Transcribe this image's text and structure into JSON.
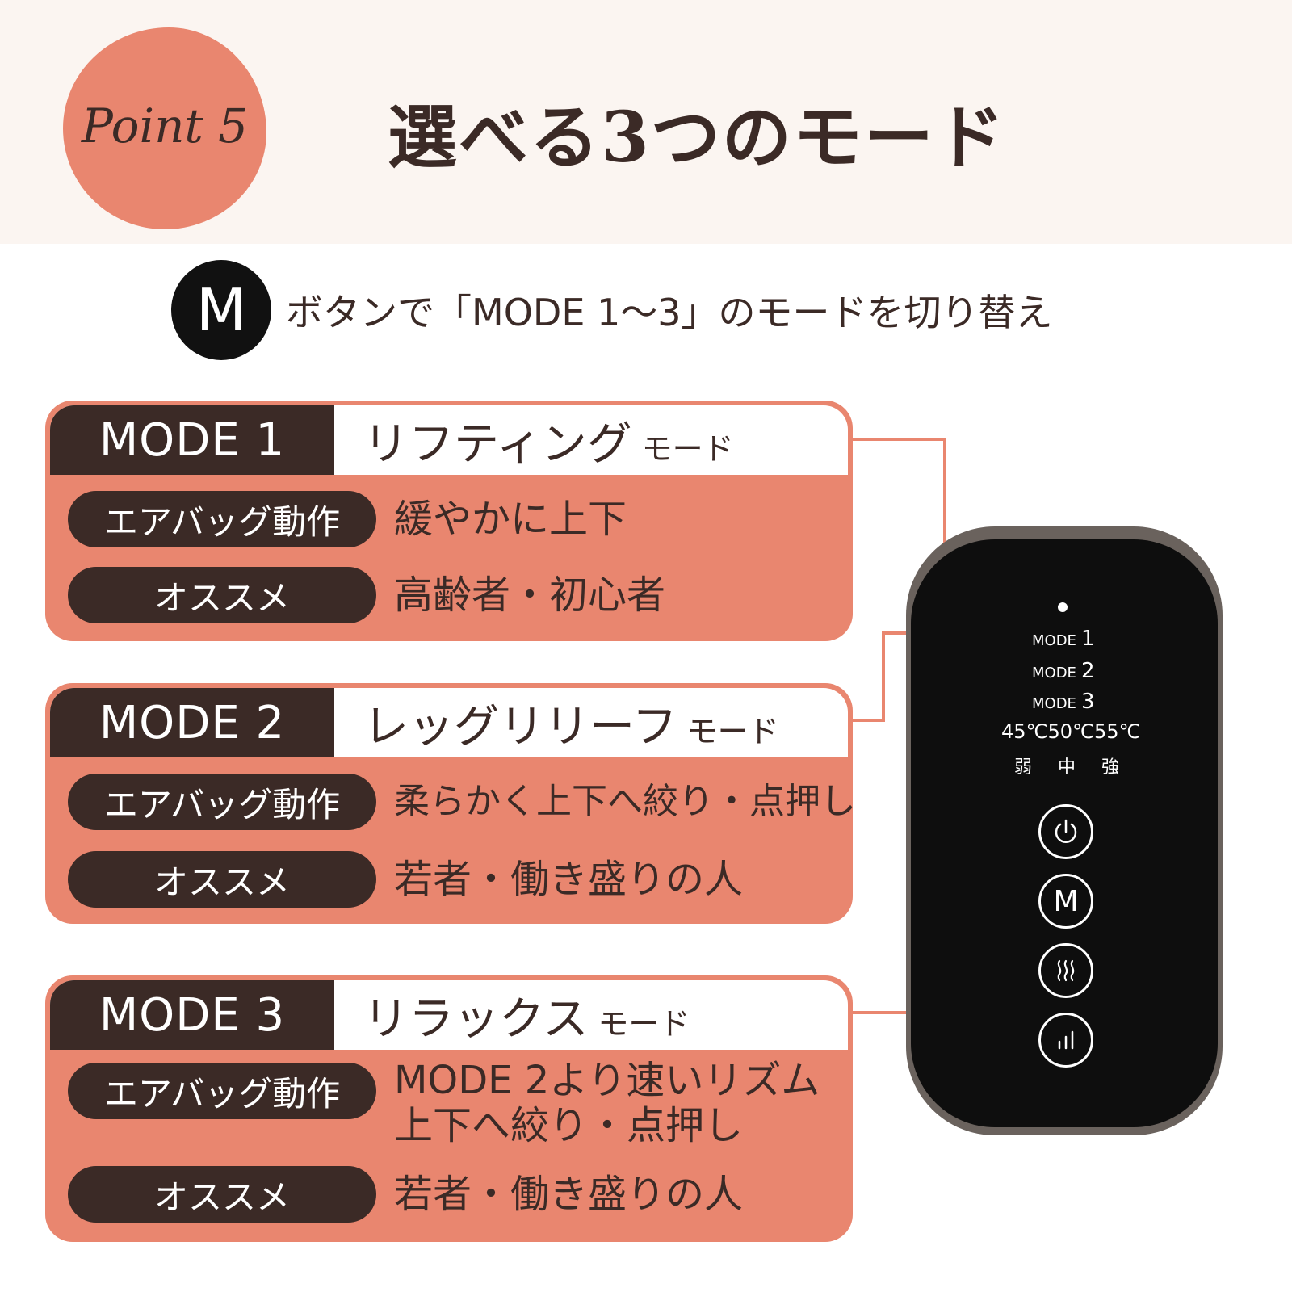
{
  "header": {
    "point_label": "Point 5",
    "title": "選べる3つのモード"
  },
  "subtitle": {
    "m_glyph": "M",
    "text": "ボタンで「MODE 1〜3」のモードを切り替え"
  },
  "modes": [
    {
      "tag": "MODE 1",
      "name": "リフティング",
      "suffix": "モード",
      "airbag_label": "エアバッグ動作",
      "airbag_value": "緩やかに上下",
      "recommend_label": "オススメ",
      "recommend_value": "高齢者・初心者"
    },
    {
      "tag": "MODE 2",
      "name": "レッグリリーフ",
      "suffix": "モード",
      "airbag_label": "エアバッグ動作",
      "airbag_value": "柔らかく上下へ絞り・点押し",
      "recommend_label": "オススメ",
      "recommend_value": "若者・働き盛りの人"
    },
    {
      "tag": "MODE 3",
      "name": "リラックス",
      "suffix": "モード",
      "airbag_label": "エアバッグ動作",
      "airbag_value_line1": "MODE 2より速いリズム",
      "airbag_value_line2": "上下へ絞り・点押し",
      "recommend_label": "オススメ",
      "recommend_value": "若者・働き盛りの人"
    }
  ],
  "device": {
    "mode_label": "MODE",
    "mode_numbers": [
      "1",
      "2",
      "3"
    ],
    "temps": [
      "45℃",
      "50℃",
      "55℃"
    ],
    "levels": [
      "弱",
      "中",
      "強"
    ],
    "m_button": "M",
    "colors": {
      "accent": "#e9866f",
      "dark": "#3b2a26",
      "device": "#0e0e0e"
    },
    "icons": [
      "power-icon",
      "heat-icon",
      "intensity-icon"
    ]
  }
}
